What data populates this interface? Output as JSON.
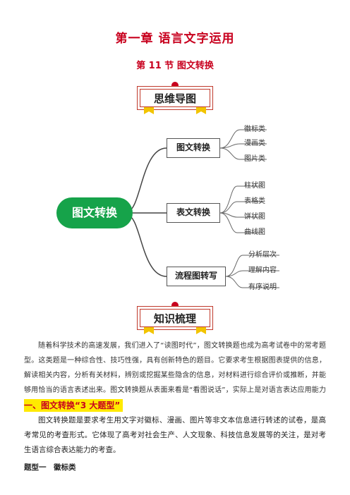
{
  "chapter_title": "第一章 语言文字运用",
  "section_title": "第 11 节 图文转换",
  "mindmap_banner": "思维导图",
  "mindmap": {
    "root": "图文转换",
    "branches": [
      {
        "label": "图文转换",
        "leaves": [
          "徽标类",
          "漫画类",
          "图片类"
        ]
      },
      {
        "label": "表文转换",
        "leaves": [
          "柱状图",
          "表格类",
          "饼状图",
          "曲线图"
        ]
      },
      {
        "label": "流程图转写",
        "leaves": [
          "分析层次",
          "理解内容",
          "有序说明"
        ]
      }
    ]
  },
  "knowledge_banner": "知识梳理",
  "intro_paragraph": "随着科学技术的高速发展，我们进入了“读图时代”，图文转换题也成为高考试卷中的常考题型。这类题是一种综合性、技巧性强，具有创新特色的题目。它要求考生根据图表提供的信息，解读相关内容，分析有关材料，辨别或挖掘某些隐含的信息，对材料进行综合评价或推断，并能够用恰当的语言表述出来。图文转换题从表面来看是“看图说话”，实际上是对语言表达应用能力的综合考查。",
  "heading_one": "一、图文转换“3 大题型”",
  "body_paragraph": "图文转换题是要求考生用文字对徽标、漫画、图片等非文本信息进行转述的试卷，是高考常见的考查形式。它体现了高考对社会生产、人文现象、科技信息发展等的关注，是对考生语言综合表达能力的考查。",
  "subheading": "题型一　徽标类",
  "colors": {
    "accent_red": "#c8001e",
    "root_green": "#16a34a",
    "highlight_yellow": "#ffea00"
  }
}
